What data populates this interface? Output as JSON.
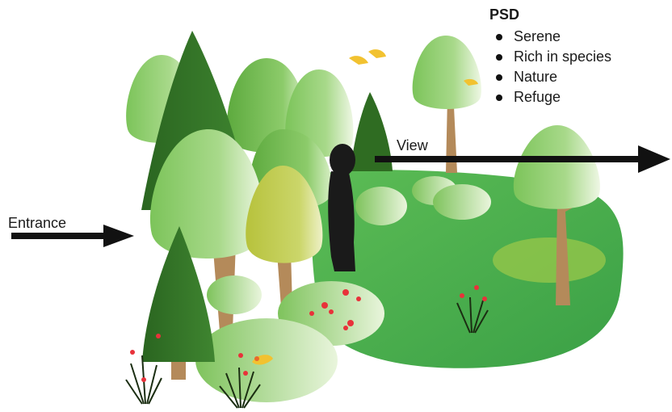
{
  "labels": {
    "entrance": "Entrance",
    "view": "View"
  },
  "psd": {
    "title": "PSD",
    "items": [
      "Serene",
      "Rich in species",
      "Nature",
      "Refuge"
    ]
  },
  "colors": {
    "lawn": "#43a84a",
    "lawn_edge": "#5fbc52",
    "dark_conifer": "#2e6b22",
    "light_tree": "#8fd06a",
    "trunk": "#b48a5a",
    "arrow": "#111111",
    "person": "#1a1a1a",
    "flower": "#e8323a",
    "bird": "#f2c230"
  }
}
